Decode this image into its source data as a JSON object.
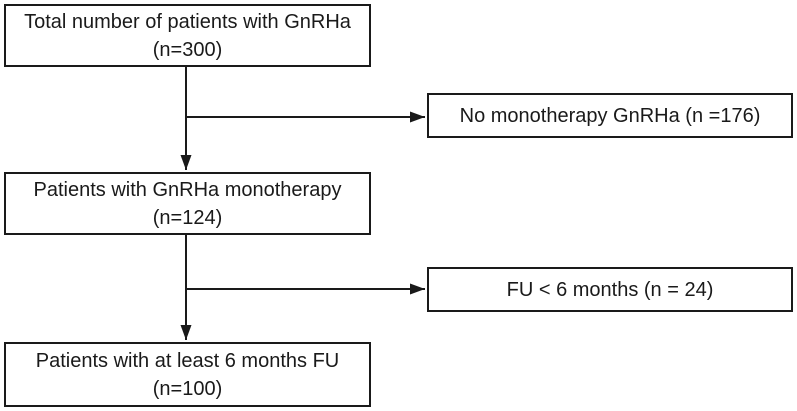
{
  "diagram": {
    "type": "flowchart",
    "description": "Patient inclusion flowchart for GnRHa monotherapy study",
    "colors": {
      "box_border": "#1a1a1a",
      "arrow": "#1a1a1a",
      "text": "#1a1a1a",
      "background": "#ffffff"
    },
    "nodes": [
      {
        "id": "total-patients",
        "line1": "Total number of patients with GnRHa",
        "line2": "(n=300)"
      },
      {
        "id": "excluded-no-monotherapy",
        "line1": "No monotherapy GnRHa (n =176)"
      },
      {
        "id": "monotherapy-patients",
        "line1": "Patients with GnRHa monotherapy",
        "line2": "(n=124)"
      },
      {
        "id": "excluded-short-followup",
        "line1": "FU < 6 months (n = 24)"
      },
      {
        "id": "followup-patients",
        "line1": "Patients with at least 6 months FU",
        "line2": "(n=100)"
      }
    ],
    "edges": [
      {
        "from": "total-patients",
        "to": "excluded-no-monotherapy"
      },
      {
        "from": "total-patients",
        "to": "monotherapy-patients"
      },
      {
        "from": "monotherapy-patients",
        "to": "excluded-short-followup"
      },
      {
        "from": "monotherapy-patients",
        "to": "followup-patients"
      }
    ]
  }
}
